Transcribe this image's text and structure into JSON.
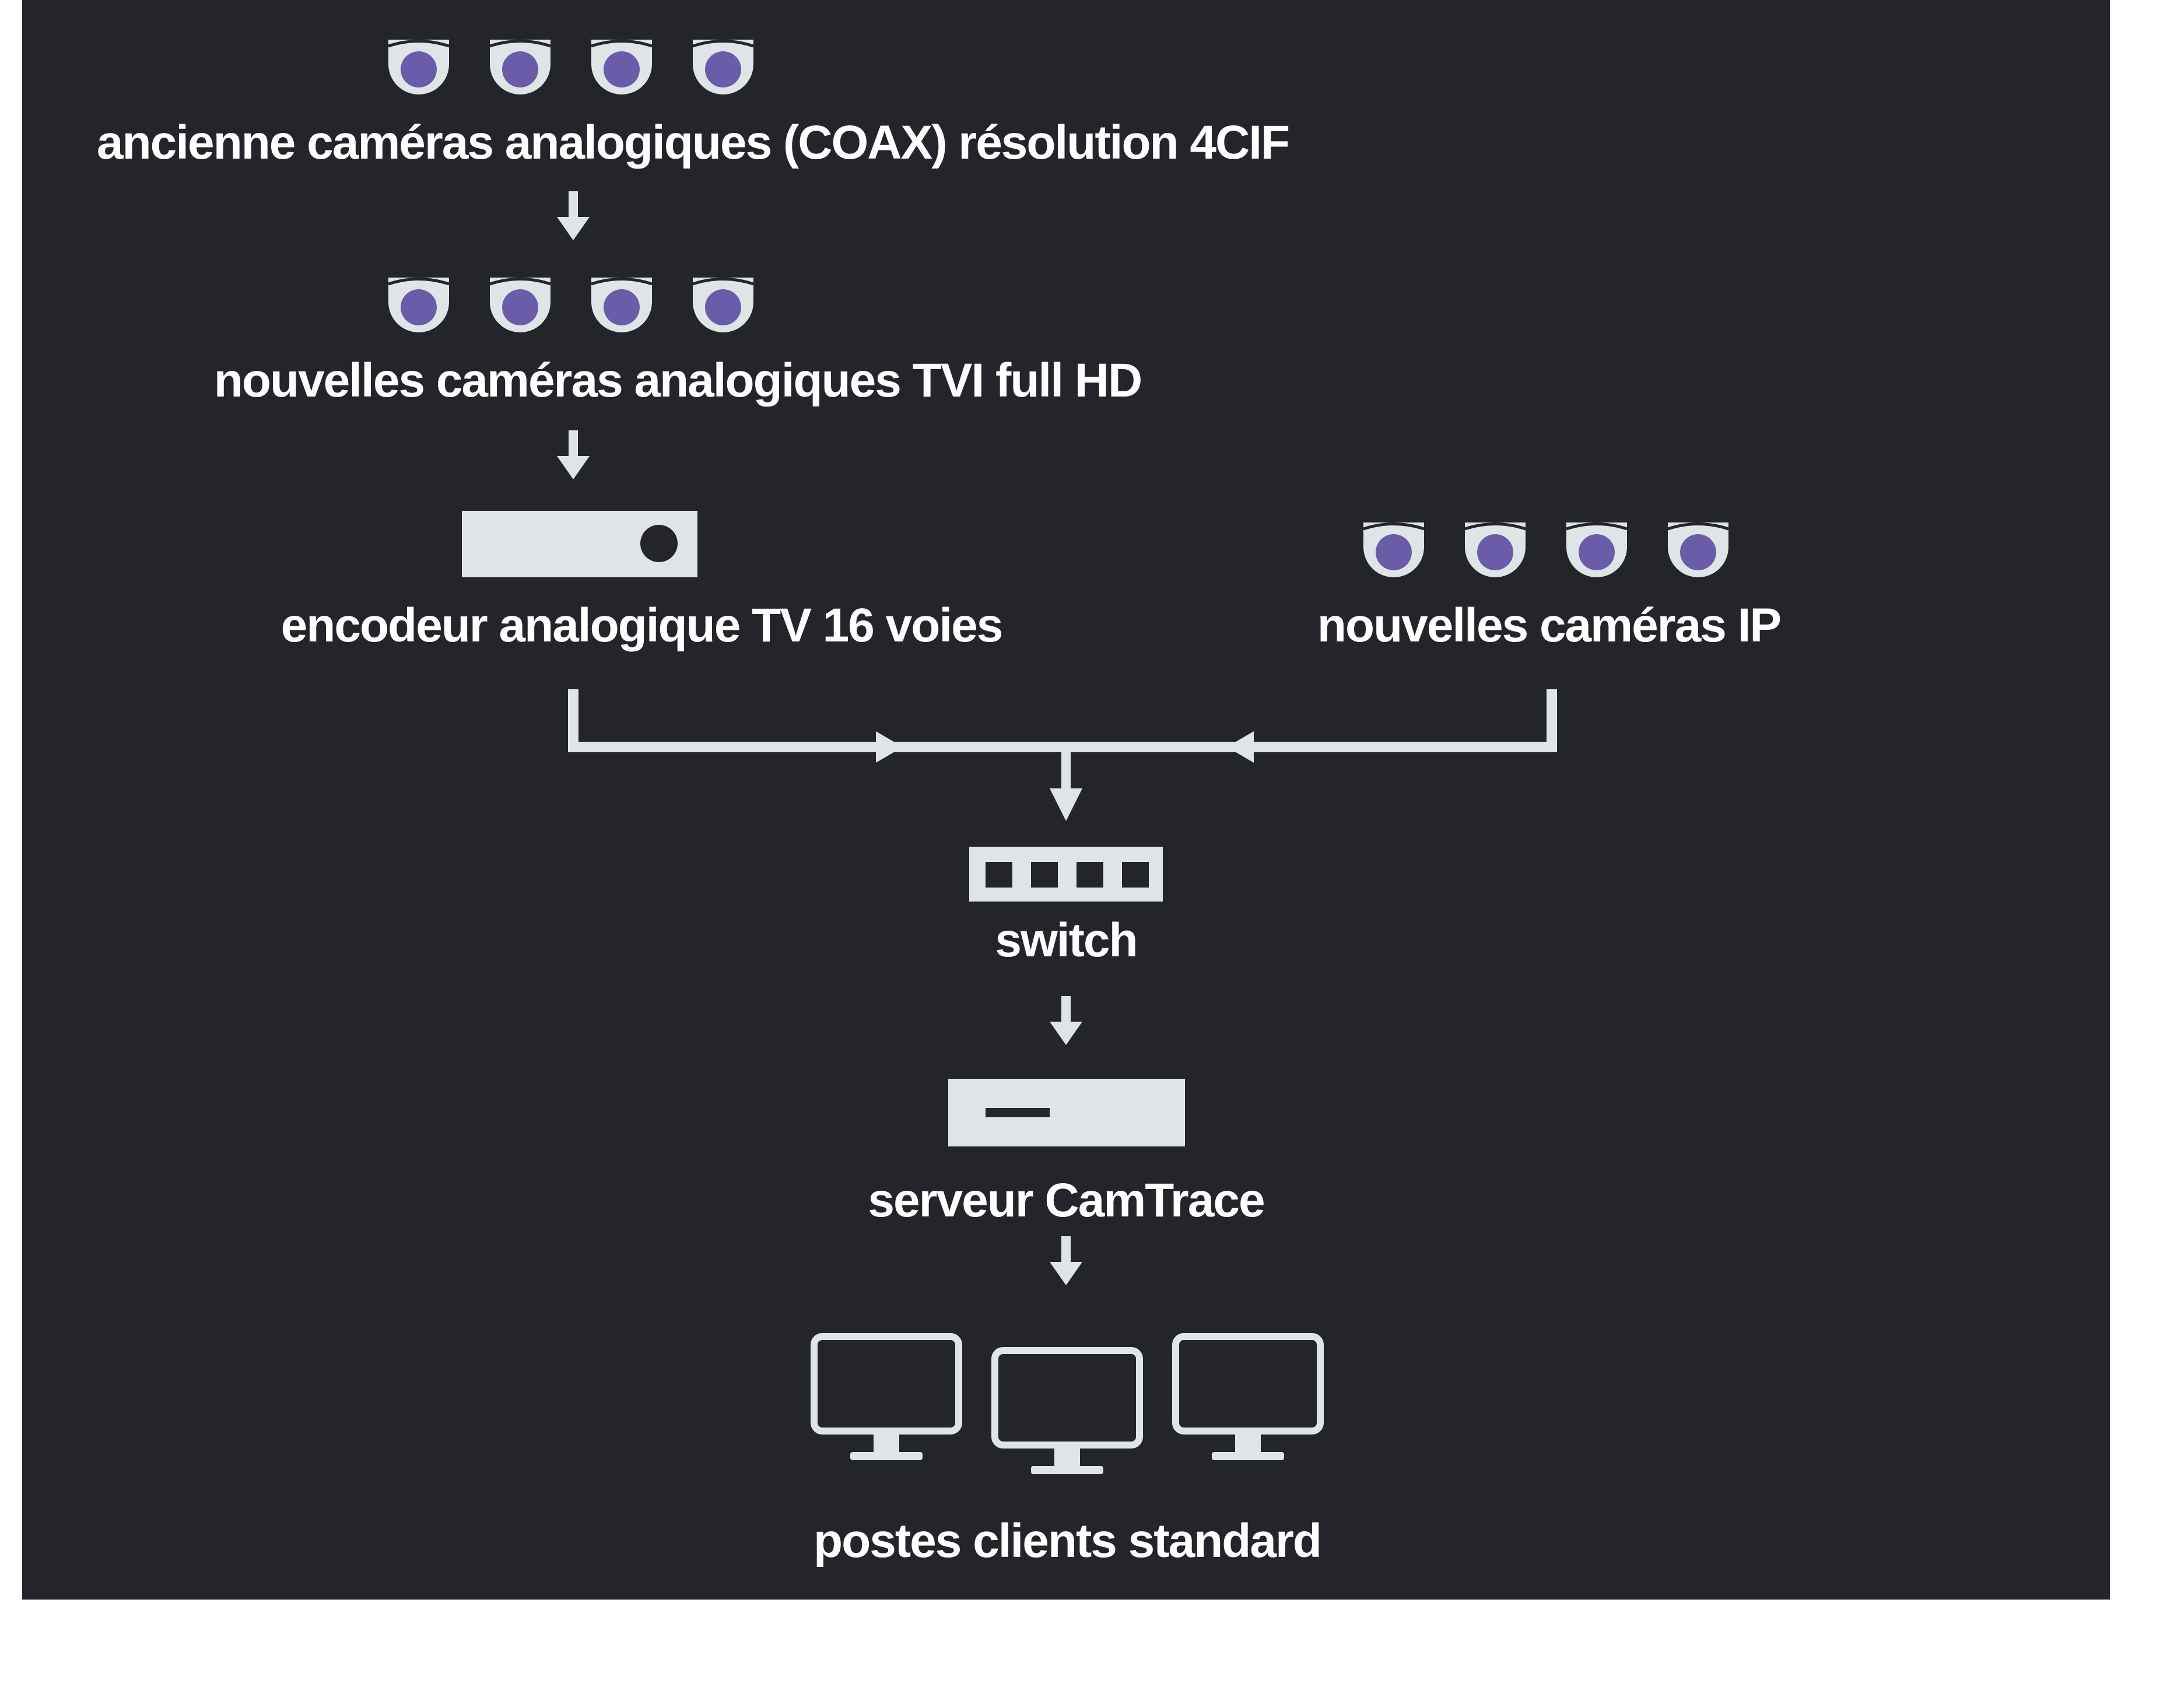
{
  "colors": {
    "background": "#24242b",
    "device": "#dfe5e6",
    "lens": "#6a5ca8",
    "text": "#ffffff"
  },
  "icons": {
    "camera": "dome-camera-icon",
    "encoder": "encoder-box-icon",
    "switch": "network-switch-icon",
    "server": "server-icon",
    "client": "monitor-icon"
  },
  "diagram": {
    "old_cameras": {
      "label": "ancienne caméras analogiques (COAX) résolution 4CIF",
      "count": 4
    },
    "tvi_cameras": {
      "label": "nouvelles caméras analogiques TVI full HD",
      "count": 4
    },
    "encoder": {
      "label": "encodeur analogique TV 16 voies"
    },
    "ip_cameras": {
      "label": "nouvelles caméras IP",
      "count": 4
    },
    "switch": {
      "label": "switch",
      "ports": 4
    },
    "server": {
      "label": "serveur CamTrace"
    },
    "clients": {
      "label": "postes clients standard",
      "count": 3
    }
  }
}
